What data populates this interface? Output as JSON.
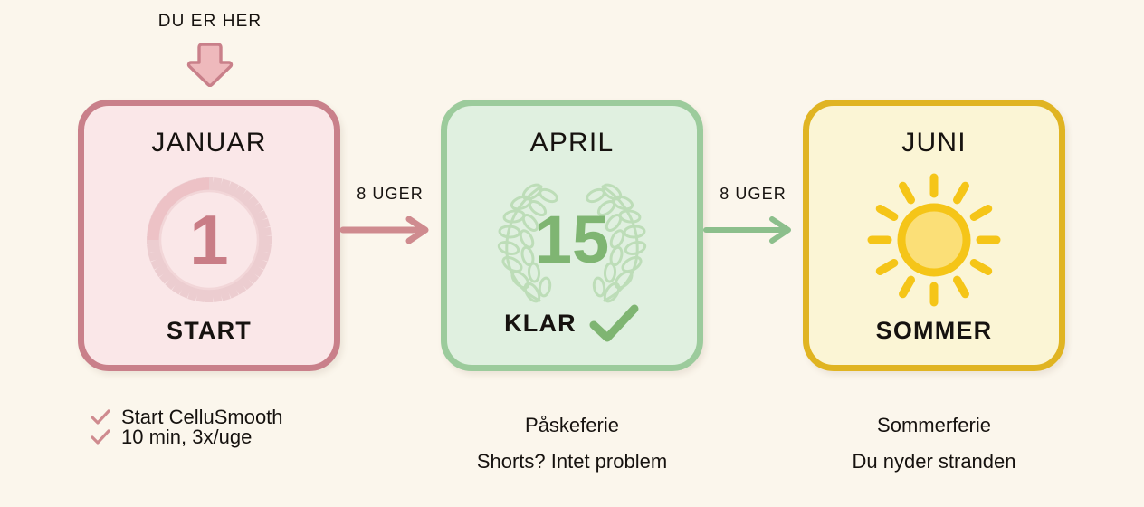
{
  "background_color": "#fbf6ec",
  "marker": {
    "label": "DU ER HER",
    "icon": "down-arrow-icon",
    "arrow_color": "#c9808a",
    "arrow_fill": "#eab8bb"
  },
  "milestones": [
    {
      "id": "januar",
      "month": "JANUAR",
      "number": "1",
      "status": "START",
      "has_check": false,
      "art_icon": "calendar-dial-icon",
      "border_color": "#c9808a",
      "background_color": "#fae7e8",
      "accent_color": "#c97d86"
    },
    {
      "id": "april",
      "month": "APRIL",
      "number": "15",
      "status": "KLAR",
      "has_check": true,
      "art_icon": "laurel-wreath-icon",
      "border_color": "#9ccb9c",
      "background_color": "#e0f0e0",
      "accent_color": "#7fb572"
    },
    {
      "id": "juni",
      "month": "JUNI",
      "number": "",
      "status": "SOMMER",
      "has_check": false,
      "art_icon": "sun-icon",
      "border_color": "#e0b422",
      "background_color": "#fbf5d5",
      "accent_color": "#f5c518"
    }
  ],
  "connectors": [
    {
      "id": "jan-to-apr",
      "label": "8 UGER",
      "color": "#cf8b8f",
      "icon": "arrow-right-icon"
    },
    {
      "id": "apr-to-jun",
      "label": "8 UGER",
      "color": "#8cbf8c",
      "icon": "arrow-right-icon"
    }
  ],
  "captions": [
    {
      "id": "caption-januar",
      "style": "bulleted",
      "check_color": "#cf8b8f",
      "lines": [
        "Start CelluSmooth",
        "10 min, 3x/uge"
      ]
    },
    {
      "id": "caption-april",
      "style": "centered",
      "lines": [
        "Påskeferie",
        "Shorts? Intet problem"
      ]
    },
    {
      "id": "caption-juni",
      "style": "centered",
      "lines": [
        "Sommerferie",
        "Du nyder stranden"
      ]
    }
  ]
}
